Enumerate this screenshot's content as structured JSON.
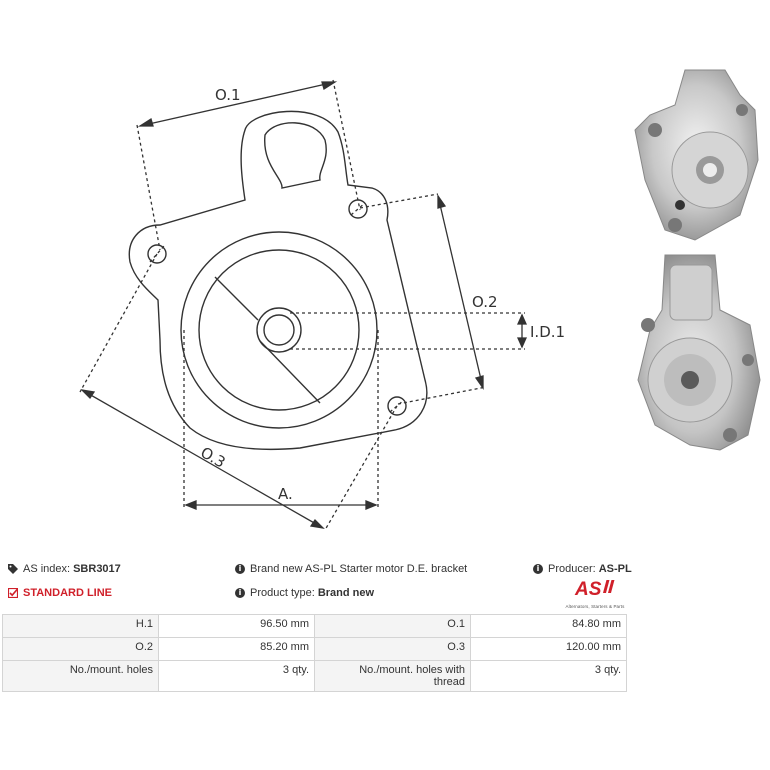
{
  "drawing": {
    "labels": {
      "o1": "O.1",
      "o2": "O.2",
      "o3": "O.3",
      "id1": "I.D.1",
      "a": "A."
    }
  },
  "info": {
    "as_index_label": "AS index:",
    "as_index_value": "SBR3017",
    "standard_line": "STANDARD LINE",
    "description": "Brand new AS-PL Starter motor D.E. bracket",
    "product_type_label": "Product type:",
    "product_type_value": "Brand new",
    "producer_label": "Producer:",
    "producer_value": "AS-PL",
    "logo_text": "AS",
    "logo_tagline": "Alternators, Starters & Parts"
  },
  "specs": [
    [
      "H.1",
      "96.50 mm",
      "O.1",
      "84.80 mm"
    ],
    [
      "O.2",
      "85.20 mm",
      "O.3",
      "120.00 mm"
    ],
    [
      "No./mount. holes",
      "3 qty.",
      "No./mount. holes with thread",
      "3 qty."
    ]
  ],
  "colors": {
    "accent_red": "#d0202a",
    "line": "#333333",
    "label_bg": "#f4f4f4",
    "border": "#d4d4d4"
  }
}
